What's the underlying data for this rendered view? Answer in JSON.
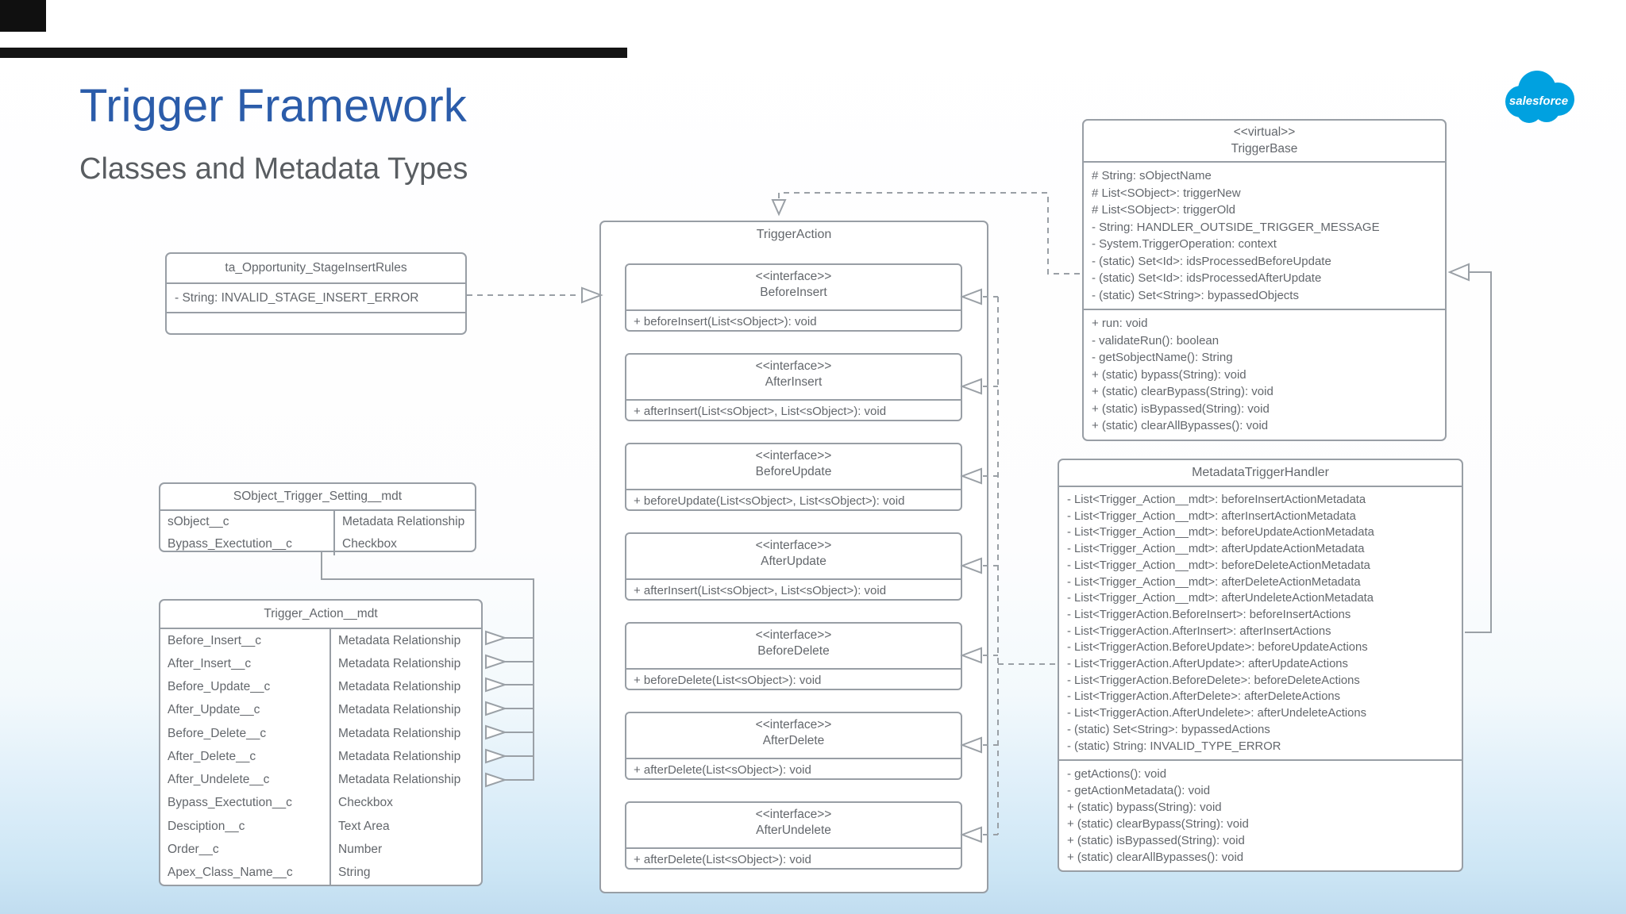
{
  "slide": {
    "title": "Trigger Framework",
    "subtitle": "Classes and Metadata Types",
    "logo_text": "salesforce",
    "colors": {
      "title_blue": "#2b5caa",
      "subtitle_gray": "#595d61",
      "salesforce_blue": "#00a1e0",
      "box_border_gray": "#989ea5",
      "box_text_gray": "#63676c"
    }
  },
  "classes": {
    "ta_opportunity": {
      "title": "ta_Opportunity_StageInsertRules",
      "attribute": "- String: INVALID_STAGE_INSERT_ERROR"
    },
    "sobject_setting": {
      "title": "SObject_Trigger_Setting__mdt",
      "rows": [
        {
          "name": "sObject__c",
          "type": "Metadata Relationship"
        },
        {
          "name": "Bypass_Exectution__c",
          "type": "Checkbox"
        }
      ]
    },
    "trigger_action_mdt": {
      "title": "Trigger_Action__mdt",
      "rows": [
        {
          "name": "Before_Insert__c",
          "type": "Metadata Relationship"
        },
        {
          "name": "After_Insert__c",
          "type": "Metadata Relationship"
        },
        {
          "name": "Before_Update__c",
          "type": "Metadata Relationship"
        },
        {
          "name": "After_Update__c",
          "type": "Metadata Relationship"
        },
        {
          "name": "Before_Delete__c",
          "type": "Metadata Relationship"
        },
        {
          "name": "After_Delete__c",
          "type": "Metadata Relationship"
        },
        {
          "name": "After_Undelete__c",
          "type": "Metadata Relationship"
        },
        {
          "name": "Bypass_Exectution__c",
          "type": "Checkbox"
        },
        {
          "name": "Desciption__c",
          "type": "Text Area"
        },
        {
          "name": "Order__c",
          "type": "Number"
        },
        {
          "name": "Apex_Class_Name__c",
          "type": "String"
        }
      ]
    },
    "trigger_action": {
      "title": "TriggerAction",
      "interfaces": [
        {
          "stereotype": "<<interface>>",
          "name": "BeforeInsert",
          "method": "+ beforeInsert(List<sObject>): void"
        },
        {
          "stereotype": "<<interface>>",
          "name": "AfterInsert",
          "method": "+ afterInsert(List<sObject>, List<sObject>): void"
        },
        {
          "stereotype": "<<interface>>",
          "name": "BeforeUpdate",
          "method": "+ beforeUpdate(List<sObject>, List<sObject>): void"
        },
        {
          "stereotype": "<<interface>>",
          "name": "AfterUpdate",
          "method": "+ afterInsert(List<sObject>, List<sObject>): void"
        },
        {
          "stereotype": "<<interface>>",
          "name": "BeforeDelete",
          "method": "+ beforeDelete(List<sObject>): void"
        },
        {
          "stereotype": "<<interface>>",
          "name": "AfterDelete",
          "method": "+ afterDelete(List<sObject>): void"
        },
        {
          "stereotype": "<<interface>>",
          "name": "AfterUndelete",
          "method": "+ afterDelete(List<sObject>): void"
        }
      ]
    },
    "trigger_base": {
      "stereotype": "<<virtual>>",
      "title": "TriggerBase",
      "attributes": [
        "# String: sObjectName",
        "# List<SObject>: triggerNew",
        "# List<SObject>: triggerOld",
        "- String: HANDLER_OUTSIDE_TRIGGER_MESSAGE",
        "- System.TriggerOperation: context",
        "- (static) Set<Id>: idsProcessedBeforeUpdate",
        "- (static) Set<Id>: idsProcessedAfterUpdate",
        "- (static) Set<String>: bypassedObjects"
      ],
      "methods": [
        "+ run: void",
        "- validateRun(): boolean",
        "- getSobjectName(): String",
        "+ (static) bypass(String): void",
        "+ (static) clearBypass(String): void",
        "+ (static) isBypassed(String): void",
        "+ (static) clearAllBypasses(): void"
      ]
    },
    "metadata_trigger_handler": {
      "title": "MetadataTriggerHandler",
      "attributes": [
        "- List<Trigger_Action__mdt>: beforeInsertActionMetadata",
        "- List<Trigger_Action__mdt>: afterInsertActionMetadata",
        "- List<Trigger_Action__mdt>: beforeUpdateActionMetadata",
        "- List<Trigger_Action__mdt>: afterUpdateActionMetadata",
        "- List<Trigger_Action__mdt>: beforeDeleteActionMetadata",
        "- List<Trigger_Action__mdt>: afterDeleteActionMetadata",
        "- List<Trigger_Action__mdt>: afterUndeleteActionMetadata",
        "- List<TriggerAction.BeforeInsert>: beforeInsertActions",
        "- List<TriggerAction.AfterInsert>: afterInsertActions",
        "- List<TriggerAction.BeforeUpdate>: beforeUpdateActions",
        "- List<TriggerAction.AfterUpdate>: afterUpdateActions",
        "- List<TriggerAction.BeforeDelete>: beforeDeleteActions",
        "- List<TriggerAction.AfterDelete>: afterDeleteActions",
        "- List<TriggerAction.AfterUndelete>: afterUndeleteActions",
        "- (static) Set<String>: bypassedActions",
        "- (static) String: INVALID_TYPE_ERROR"
      ],
      "methods": [
        "- getActions(): void",
        "- getActionMetadata(): void",
        "+ (static) bypass(String): void",
        "+ (static) clearBypass(String): void",
        "+ (static) isBypassed(String): void",
        "+ (static) clearAllBypasses(): void"
      ]
    }
  }
}
